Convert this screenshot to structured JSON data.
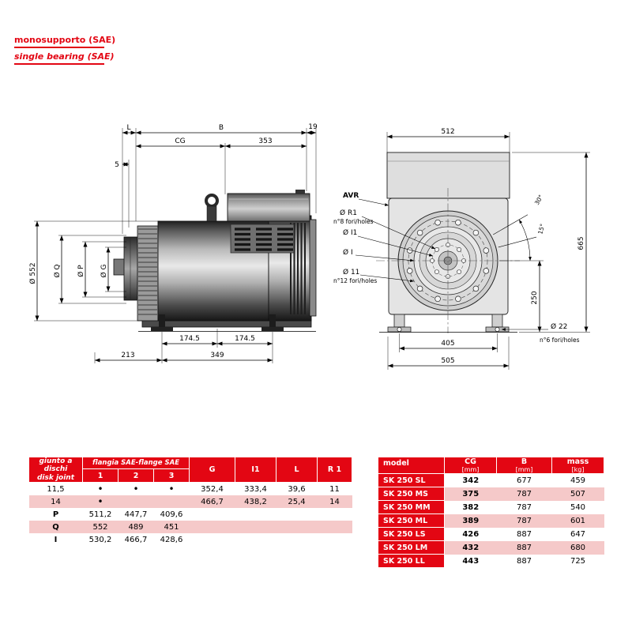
{
  "header": {
    "line1": "monosupporto (SAE)",
    "line2": "single bearing (SAE)"
  },
  "side_view": {
    "dim_L": "L",
    "dim_B": "B",
    "dim_19": "19",
    "dim_CG": "CG",
    "dim_353": "353",
    "dim_5": "5",
    "dim_552": "Ø 552",
    "dim_Q": "Ø Q",
    "dim_P": "Ø P",
    "dim_G": "Ø G",
    "dim_174a": "174.5",
    "dim_174b": "174.5",
    "dim_213": "213",
    "dim_349": "349"
  },
  "front_view": {
    "dim_512": "512",
    "label_avr": "AVR",
    "label_r1": "Ø R1",
    "label_r1_holes": "n°8 fori/holes",
    "label_i1": "Ø I1",
    "label_i": "Ø I",
    "label_11": "Ø 11",
    "label_11_holes": "n°12 fori/holes",
    "angle_30": "30°",
    "angle_15": "15°",
    "dim_665": "665",
    "dim_250": "250",
    "dim_405": "405",
    "dim_505": "505",
    "label_22": "Ø 22",
    "label_22_holes": "n°6 fori/holes"
  },
  "flange_table": {
    "header": {
      "title_it": "giunto a dischi",
      "title_en": "disk joint",
      "group": "flangia SAE-flange SAE",
      "sub1": "1",
      "sub2": "2",
      "sub3": "3",
      "g": "G",
      "i1": "I1",
      "l": "L",
      "r1": "R 1"
    },
    "rows": [
      {
        "label": "11,5",
        "f1": "•",
        "f2": "•",
        "f3": "•",
        "g": "352,4",
        "i1": "333,4",
        "l": "39,6",
        "r1": "11"
      },
      {
        "label": "14",
        "f1": "•",
        "f2": "",
        "f3": "",
        "g": "466,7",
        "i1": "438,2",
        "l": "25,4",
        "r1": "14"
      },
      {
        "label": "P",
        "f1": "511,2",
        "f2": "447,7",
        "f3": "409,6",
        "g": "",
        "i1": "",
        "l": "",
        "r1": ""
      },
      {
        "label": "Q",
        "f1": "552",
        "f2": "489",
        "f3": "451",
        "g": "",
        "i1": "",
        "l": "",
        "r1": ""
      },
      {
        "label": "I",
        "f1": "530,2",
        "f2": "466,7",
        "f3": "428,6",
        "g": "",
        "i1": "",
        "l": "",
        "r1": ""
      }
    ]
  },
  "model_table": {
    "header": {
      "model": "model",
      "cg": "CG",
      "cg_unit": "[mm]",
      "b": "B",
      "b_unit": "[mm]",
      "mass": "mass",
      "mass_unit": "[kg]"
    },
    "rows": [
      {
        "model": "SK 250 SL",
        "cg": "342",
        "b": "677",
        "mass": "459"
      },
      {
        "model": "SK 250 MS",
        "cg": "375",
        "b": "787",
        "mass": "507"
      },
      {
        "model": "SK 250 MM",
        "cg": "382",
        "b": "787",
        "mass": "540"
      },
      {
        "model": "SK 250 ML",
        "cg": "389",
        "b": "787",
        "mass": "601"
      },
      {
        "model": "SK 250 LS",
        "cg": "426",
        "b": "887",
        "mass": "647"
      },
      {
        "model": "SK 250 LM",
        "cg": "432",
        "b": "887",
        "mass": "680"
      },
      {
        "model": "SK 250 LL",
        "cg": "443",
        "b": "887",
        "mass": "725"
      }
    ]
  }
}
